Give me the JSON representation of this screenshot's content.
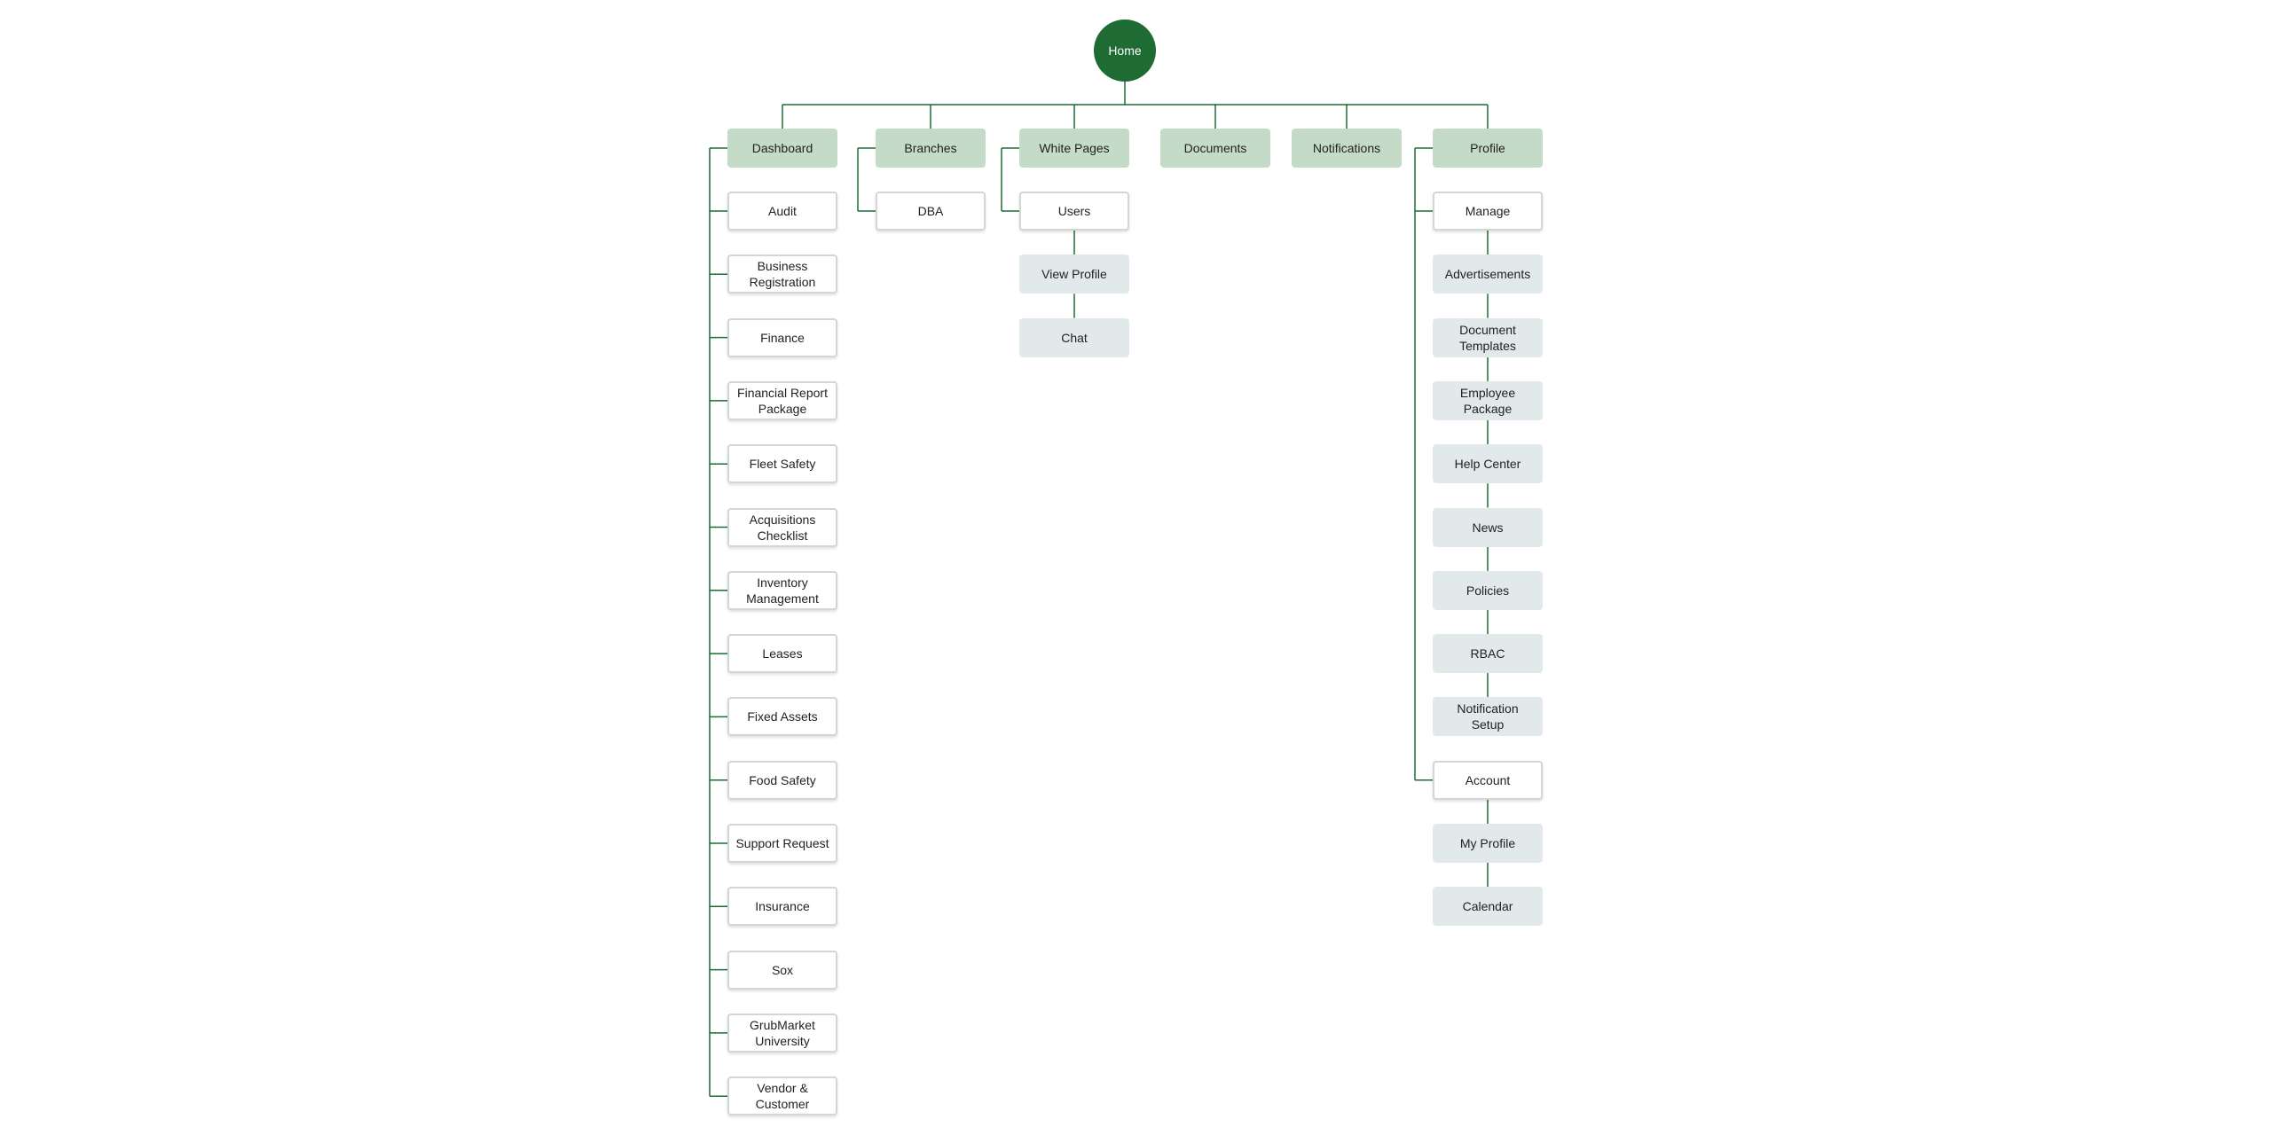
{
  "colors": {
    "root": "#1e6b33",
    "connector": "#1e6b33",
    "top_level": "#c4dbc8",
    "sub_light": "#e1e9ea"
  },
  "root": {
    "label": "Home"
  },
  "columns": [
    {
      "label": "Dashboard",
      "children": [
        {
          "label": "Audit"
        },
        {
          "label": "Business\nRegistration"
        },
        {
          "label": "Finance"
        },
        {
          "label": "Financial Report\nPackage"
        },
        {
          "label": "Fleet Safety"
        },
        {
          "label": "Acquisitions\nChecklist"
        },
        {
          "label": "Inventory\nManagement"
        },
        {
          "label": "Leases"
        },
        {
          "label": "Fixed Assets"
        },
        {
          "label": "Food Safety"
        },
        {
          "label": "Support Request"
        },
        {
          "label": "Insurance"
        },
        {
          "label": "Sox"
        },
        {
          "label": "GrubMarket\nUniversity"
        },
        {
          "label": "Vendor & Customer"
        }
      ]
    },
    {
      "label": "Branches",
      "children": [
        {
          "label": "DBA"
        }
      ]
    },
    {
      "label": "White Pages",
      "children": [
        {
          "label": "Users",
          "children": [
            {
              "label": "View Profile"
            },
            {
              "label": "Chat"
            }
          ]
        }
      ]
    },
    {
      "label": "Documents",
      "children": []
    },
    {
      "label": "Notifications",
      "children": []
    },
    {
      "label": "Profile",
      "children": [
        {
          "label": "Manage",
          "children": [
            {
              "label": "Advertisements"
            },
            {
              "label": "Document\nTemplates"
            },
            {
              "label": "Employee\nPackage"
            },
            {
              "label": "Help Center"
            },
            {
              "label": "News"
            },
            {
              "label": "Policies"
            },
            {
              "label": "RBAC"
            },
            {
              "label": "Notification\nSetup"
            }
          ]
        },
        {
          "label": "Account",
          "children": [
            {
              "label": "My Profile"
            },
            {
              "label": "Calendar"
            }
          ]
        }
      ]
    }
  ]
}
